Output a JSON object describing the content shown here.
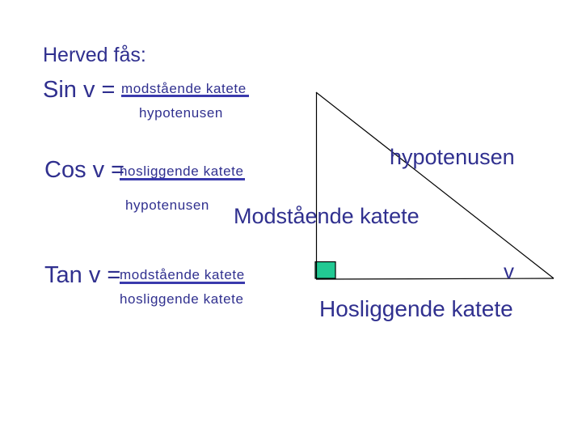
{
  "slide_title": "Herved fås:",
  "colors": {
    "text": "#30308f",
    "fraction_bar": "#3a3aad",
    "triangle_outline": "#000000",
    "right_angle_fill": "#22c993",
    "background": "#ffffff"
  },
  "formulas": [
    {
      "name": "sine",
      "lhs": "Sin v =",
      "numerator": "modstående katete",
      "denominator": "hypotenusen"
    },
    {
      "name": "cosine",
      "lhs": "Cos v =",
      "numerator": "hosliggende katete",
      "denominator": "hypotenusen"
    },
    {
      "name": "tangent",
      "lhs": "Tan v =",
      "numerator": "modstående katete",
      "denominator": "hosliggende katete"
    }
  ],
  "triangle": {
    "hypotenuse_label": "hypotenusen",
    "opposite_label": "Modstående katete",
    "adjacent_label": "Hosliggende katete",
    "angle_label": "v"
  }
}
